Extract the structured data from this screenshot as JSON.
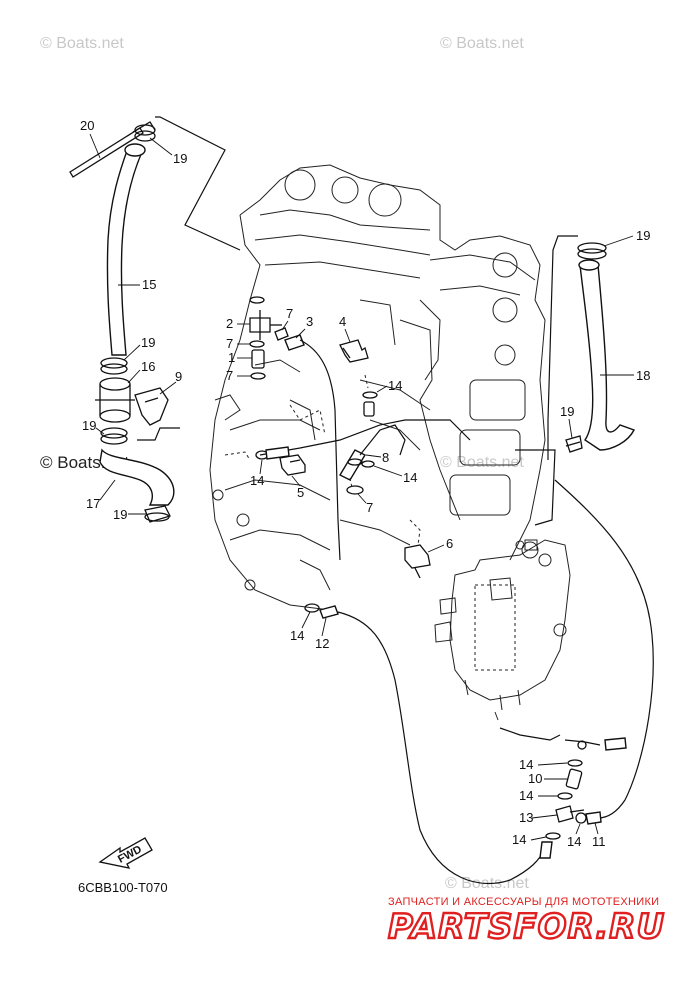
{
  "watermarks": {
    "top_left": "© Boats.net",
    "top_right": "© Boats.net",
    "middle": "© Boats.net",
    "bottom": "© Boats.net"
  },
  "diagram_code": "6CBB100-T070",
  "fwd_arrow_label": "FWD",
  "footer": {
    "tagline": "ЗАПЧАСТИ И АКСЕССУАРЫ ДЛЯ МОТОТЕХНИКИ",
    "logo": "PARTSFOR.RU"
  },
  "callouts": {
    "c20": "20",
    "c19a": "19",
    "c15": "15",
    "c19b": "19",
    "c16": "16",
    "c9": "9",
    "c19c": "19",
    "c17": "17",
    "c19d": "19",
    "c2": "2",
    "c7a": "7",
    "c3": "3",
    "c4": "4",
    "c7b": "7",
    "c1": "1",
    "c7c": "7",
    "c14a": "14",
    "c8": "8",
    "c14b": "14",
    "c7d": "7",
    "c14c": "14",
    "c5": "5",
    "c6": "6",
    "c19e": "19",
    "c18": "18",
    "c19f": "19",
    "c14d": "14",
    "c12": "12",
    "c14e": "14",
    "c10": "10",
    "c14f": "14",
    "c13": "13",
    "c14g": "14",
    "c14h": "14",
    "c11": "11"
  }
}
